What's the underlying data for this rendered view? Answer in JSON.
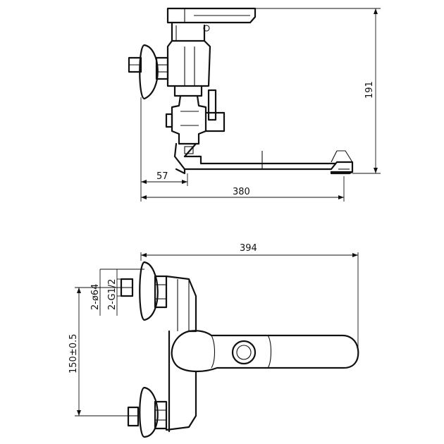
{
  "views": {
    "side": {
      "dimensions": {
        "inlet_offset": "57",
        "spout_reach": "380",
        "height": "191"
      }
    },
    "front": {
      "dimensions": {
        "overall_width": "394",
        "flange_diameter": "2-ø64",
        "thread": "2-G1/2",
        "center_distance": "150±0.5"
      }
    }
  }
}
